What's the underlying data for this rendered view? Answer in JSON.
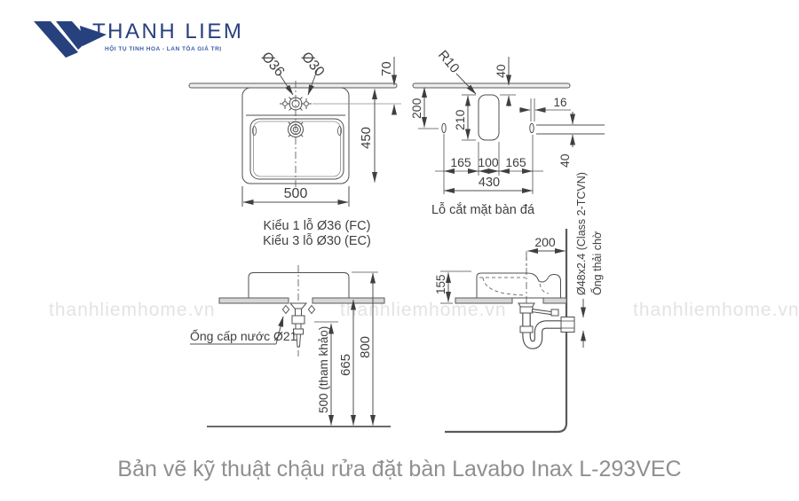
{
  "logo": {
    "title": "THANH LIEM",
    "tagline": "HỘI TỤ TINH HOA - LAN TỎA GIÁ TRỊ"
  },
  "watermark": {
    "text": "thanhliemhome.vn"
  },
  "caption": "Bản vẽ kỹ thuật chậu rửa đặt bàn Lavabo Inax L-293VEC",
  "colors": {
    "line": "#4f4f4f",
    "logo_navy": "#27407e",
    "tagline_blue": "#3a5da8",
    "watermark_gray": "#e3e3e3",
    "caption_gray": "#8f8f8f",
    "slab_fill": "#d6d6d6"
  },
  "plan_view": {
    "hole_label_1": "Ø36",
    "hole_label_2": "Ø30",
    "dim_top_offset": "70",
    "dim_depth": "450",
    "dim_width": "500",
    "note_1": "Kiểu 1 lỗ Ø36 (FC)",
    "note_2": "Kiểu 3 lỗ Ø30 (EC)"
  },
  "cutout_view": {
    "dim_radius": "R10",
    "dim_edge_gap": "40",
    "dim_left": "200",
    "dim_slot_height": "210",
    "dim_offset": "16",
    "dim_right_gap": "40",
    "dim_seg_left": "165",
    "dim_seg_mid": "100",
    "dim_seg_right": "165",
    "dim_total": "430",
    "caption": "Lỗ cắt mặt bàn đá"
  },
  "front_view": {
    "label_supply": "Ống cấp nước Ø21",
    "dim_supply_height": "500 (tham khảo)",
    "dim_counter_height": "665",
    "dim_total_height": "800"
  },
  "side_view": {
    "dim_wall_offset": "200",
    "dim_rim_height": "155",
    "label_pipe_spec": "Ø48x2.4 (Class 2-TCVN)",
    "label_drain": "Ống thải chờ"
  }
}
